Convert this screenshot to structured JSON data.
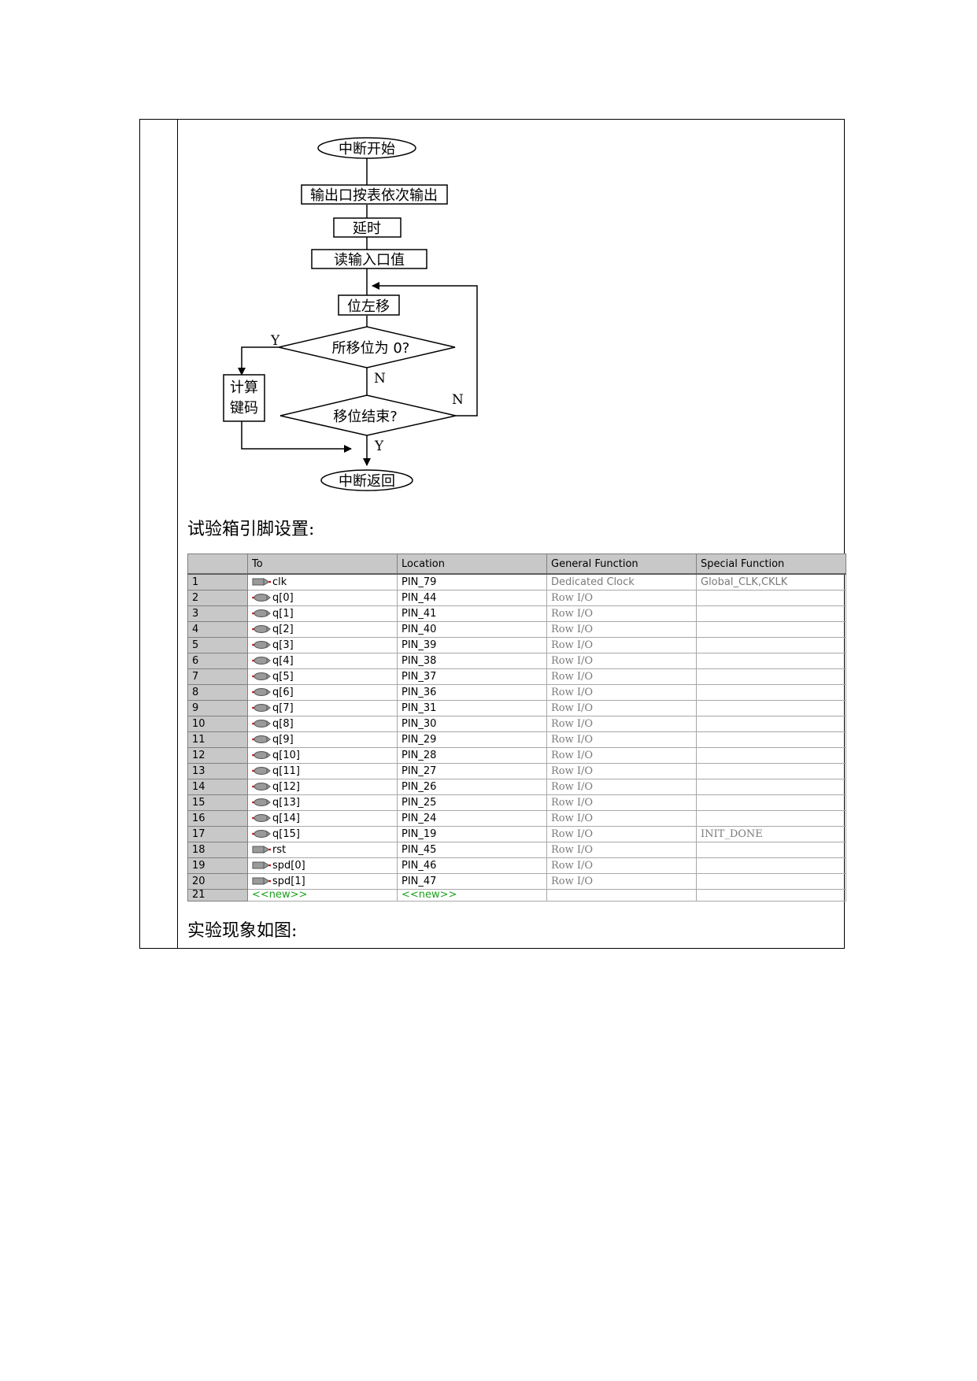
{
  "flowchart": {
    "start": "中断开始",
    "output": "输出口按表依次输出",
    "delay": "延时",
    "read": "读输入口值",
    "shift": "位左移",
    "decision_zero": "所移位为 0?",
    "compute_line1": "计算",
    "compute_line2": "键码",
    "decision_end": "移位结束?",
    "return": "中断返回",
    "label_y": "Y",
    "label_n": "N"
  },
  "captions": {
    "pin_setup": "试验箱引脚设置:",
    "result": "实验现象如图:"
  },
  "table": {
    "headers": [
      "",
      "To",
      "Location",
      "General Function",
      "Special Function"
    ],
    "rows": [
      {
        "num": "1",
        "to": "clk",
        "dir": "input",
        "location": "PIN_79",
        "general": "Dedicated Clock",
        "special": "Global_CLK,CKLK"
      },
      {
        "num": "2",
        "to": "q[0]",
        "dir": "output",
        "location": "PIN_44",
        "general": "Row I/O",
        "special": ""
      },
      {
        "num": "3",
        "to": "q[1]",
        "dir": "output",
        "location": "PIN_41",
        "general": "Row I/O",
        "special": ""
      },
      {
        "num": "4",
        "to": "q[2]",
        "dir": "output",
        "location": "PIN_40",
        "general": "Row I/O",
        "special": ""
      },
      {
        "num": "5",
        "to": "q[3]",
        "dir": "output",
        "location": "PIN_39",
        "general": "Row I/O",
        "special": ""
      },
      {
        "num": "6",
        "to": "q[4]",
        "dir": "output",
        "location": "PIN_38",
        "general": "Row I/O",
        "special": ""
      },
      {
        "num": "7",
        "to": "q[5]",
        "dir": "output",
        "location": "PIN_37",
        "general": "Row I/O",
        "special": ""
      },
      {
        "num": "8",
        "to": "q[6]",
        "dir": "output",
        "location": "PIN_36",
        "general": "Row I/O",
        "special": ""
      },
      {
        "num": "9",
        "to": "q[7]",
        "dir": "output",
        "location": "PIN_31",
        "general": "Row I/O",
        "special": ""
      },
      {
        "num": "10",
        "to": "q[8]",
        "dir": "output",
        "location": "PIN_30",
        "general": "Row I/O",
        "special": ""
      },
      {
        "num": "11",
        "to": "q[9]",
        "dir": "output",
        "location": "PIN_29",
        "general": "Row I/O",
        "special": ""
      },
      {
        "num": "12",
        "to": "q[10]",
        "dir": "output",
        "location": "PIN_28",
        "general": "Row I/O",
        "special": ""
      },
      {
        "num": "13",
        "to": "q[11]",
        "dir": "output",
        "location": "PIN_27",
        "general": "Row I/O",
        "special": ""
      },
      {
        "num": "14",
        "to": "q[12]",
        "dir": "output",
        "location": "PIN_26",
        "general": "Row I/O",
        "special": ""
      },
      {
        "num": "15",
        "to": "q[13]",
        "dir": "output",
        "location": "PIN_25",
        "general": "Row I/O",
        "special": ""
      },
      {
        "num": "16",
        "to": "q[14]",
        "dir": "output",
        "location": "PIN_24",
        "general": "Row I/O",
        "special": ""
      },
      {
        "num": "17",
        "to": "q[15]",
        "dir": "output",
        "location": "PIN_19",
        "general": "Row I/O",
        "special": "INIT_DONE"
      },
      {
        "num": "18",
        "to": "rst",
        "dir": "input",
        "location": "PIN_45",
        "general": "Row I/O",
        "special": ""
      },
      {
        "num": "19",
        "to": "spd[0]",
        "dir": "input",
        "location": "PIN_46",
        "general": "Row I/O",
        "special": ""
      },
      {
        "num": "20",
        "to": "spd[1]",
        "dir": "input",
        "location": "PIN_47",
        "general": "Row I/O",
        "special": ""
      }
    ],
    "new_row": {
      "num": "21",
      "to": "<<new>>",
      "location": "<<new>>"
    }
  }
}
